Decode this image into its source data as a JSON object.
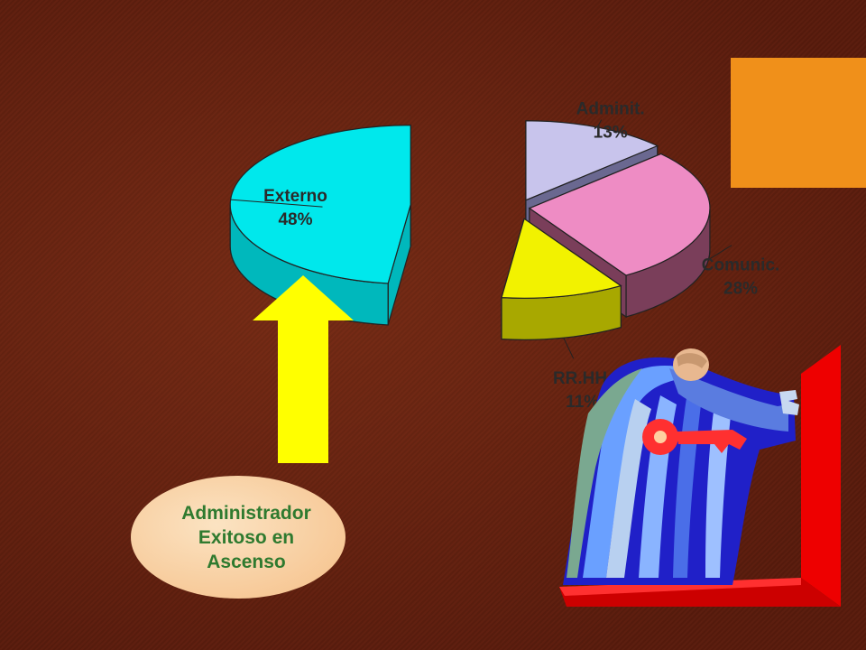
{
  "chart_data": {
    "type": "pie",
    "title": "",
    "style": "3d-exploded",
    "slices": [
      {
        "label": "Adminit.",
        "value": 13,
        "value_label": "13%",
        "color": "#c8c4ec",
        "side_color": "#6a6890"
      },
      {
        "label": "Comunic.",
        "value": 28,
        "value_label": "28%",
        "color": "#ee8cc4",
        "side_color": "#7a3e5a"
      },
      {
        "label": "RR.HH.",
        "value": 11,
        "value_label": "11%",
        "color": "#f2f200",
        "side_color": "#a8a800"
      },
      {
        "label": "Externo",
        "value": 48,
        "value_label": "48%",
        "color": "#00e8ec",
        "side_color": "#00b8bc"
      }
    ]
  },
  "bubble": {
    "text": "Administrador\nExitoso en\nAscenso",
    "color": "#f7c896"
  },
  "arrow": {
    "color": "#ffff00"
  },
  "decor": {
    "orange_box_color": "#f0901a",
    "clipart_icon": "person-with-key-opening-door-icon"
  }
}
